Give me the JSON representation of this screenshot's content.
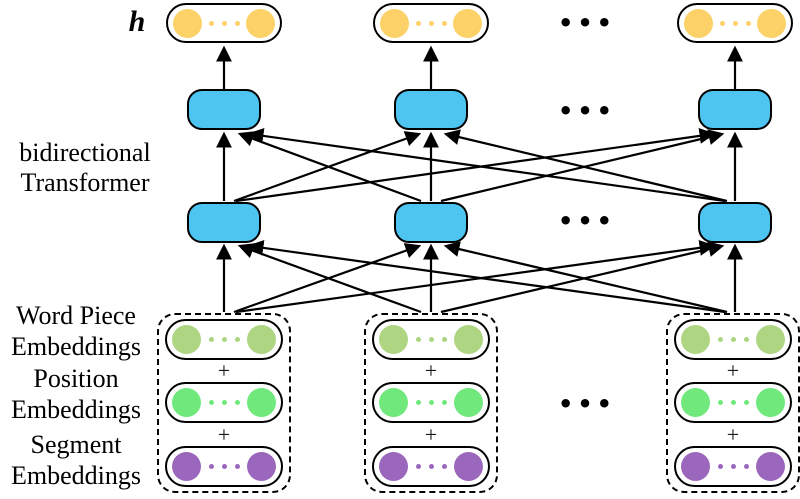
{
  "labels": {
    "h": "h",
    "transformer": [
      "bidirectional",
      "Transformer"
    ],
    "word_piece": [
      "Word Piece",
      "Embeddings"
    ],
    "position": [
      "Position",
      "Embeddings"
    ],
    "segment": [
      "Segment",
      "Embeddings"
    ],
    "plus": "+",
    "ellipsis": "•••"
  },
  "colors": {
    "output_embedding": "#FBD168",
    "transformer_block": "#4EC4F0",
    "word_piece_embedding": "#AED581",
    "position_embedding": "#70E87C",
    "segment_embedding": "#9B67BD",
    "arrow": "#000000"
  }
}
